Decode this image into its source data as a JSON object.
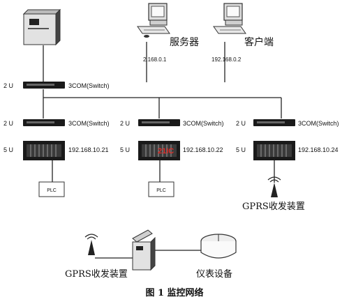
{
  "nodes": {
    "server_label": "服务器",
    "server_ip": "2.168.0.1",
    "client_label": "客户端",
    "client_ip": "192.168.0.2"
  },
  "core_switch": {
    "u": "2 U",
    "label": "3COM(Switch)"
  },
  "branches": [
    {
      "switch_u": "2 U",
      "switch_label": "3COM(Switch)",
      "rack_u": "5 U",
      "ip": "192.168.10.21",
      "device": "PLC"
    },
    {
      "switch_u": "2 U",
      "switch_label": "3COM(Switch)",
      "rack_u": "5 U",
      "ip": "192.168.10.22",
      "device": "PLC",
      "watermark": "21IC"
    },
    {
      "switch_u": "2 U",
      "switch_label": "3COM(Switch)",
      "rack_u": "5 U",
      "ip": "192.168.10.24",
      "device": "GPRS收发装置"
    }
  ],
  "remote": {
    "gprs_label": "GPRS收发装置",
    "meter_label": "仪表设备"
  },
  "caption": "图 1 监控网络",
  "colors": {
    "line": "#222222",
    "device_dark": "#1a1a1a",
    "watermark_red": "#d9302c",
    "watermark_blue": "#2f5fb5"
  }
}
